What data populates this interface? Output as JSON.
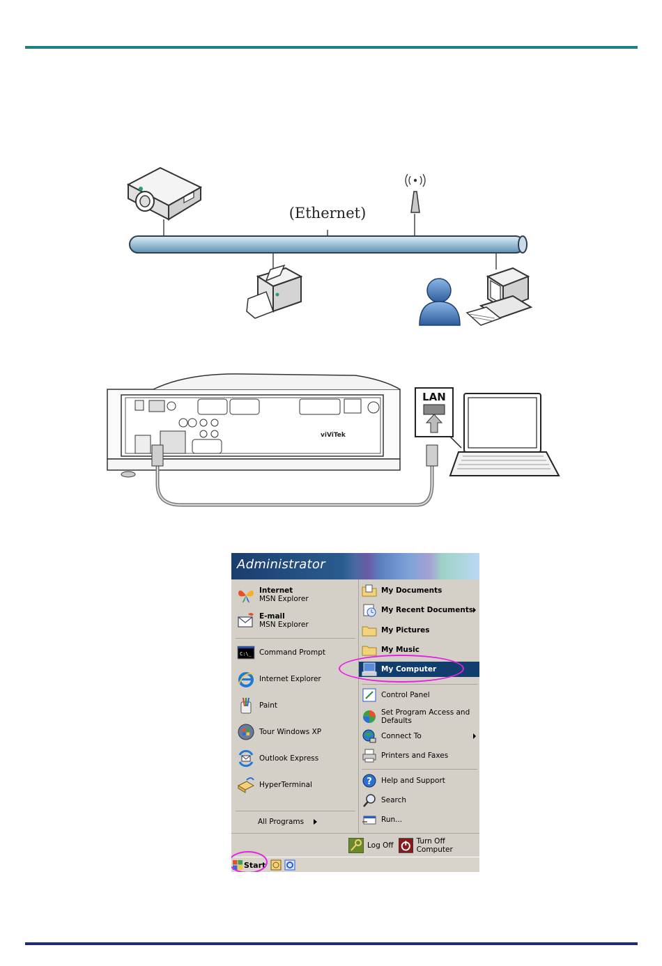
{
  "diagram": {
    "ethernet_label": "(Ethernet)",
    "lan_label": "LAN",
    "brand_label": "viViTek"
  },
  "start_menu": {
    "user_name": "Administrator",
    "left_pinned": [
      {
        "title": "Internet",
        "subtitle": "MSN Explorer",
        "icon": "msn-butterfly-icon"
      },
      {
        "title": "E-mail",
        "subtitle": "MSN Explorer",
        "icon": "msn-mail-icon"
      }
    ],
    "left_programs": [
      {
        "label": "Command Prompt",
        "icon": "command-prompt-icon"
      },
      {
        "label": "Internet Explorer",
        "icon": "internet-explorer-icon"
      },
      {
        "label": "Paint",
        "icon": "paint-icon"
      },
      {
        "label": "Tour Windows XP",
        "icon": "tour-windows-icon"
      },
      {
        "label": "Outlook Express",
        "icon": "outlook-express-icon"
      },
      {
        "label": "HyperTerminal",
        "icon": "hyperterminal-icon"
      }
    ],
    "all_programs_label": "All Programs",
    "right_items": [
      {
        "label": "My Documents",
        "icon": "folder-documents-icon",
        "bold": true
      },
      {
        "label": "My Recent Documents",
        "icon": "recent-documents-icon",
        "bold": true,
        "submenu": true
      },
      {
        "label": "My Pictures",
        "icon": "folder-pictures-icon",
        "bold": true
      },
      {
        "label": "My Music",
        "icon": "folder-music-icon",
        "bold": true
      },
      {
        "label": "My Computer",
        "icon": "my-computer-icon",
        "bold": true,
        "selected": true
      },
      {
        "label": "Control Panel",
        "icon": "control-panel-icon"
      },
      {
        "label": "Set Program Access and Defaults",
        "icon": "program-access-icon"
      },
      {
        "label": "Connect To",
        "icon": "connect-to-icon",
        "submenu": true
      },
      {
        "label": "Printers and Faxes",
        "icon": "printer-icon"
      },
      {
        "label": "Help and Support",
        "icon": "help-icon"
      },
      {
        "label": "Search",
        "icon": "search-icon"
      },
      {
        "label": "Run...",
        "icon": "run-icon"
      }
    ],
    "log_off_label": "Log Off",
    "turn_off_label": "Turn Off Computer",
    "start_label": "Start"
  },
  "colors": {
    "top_rule": "#1f7f7f",
    "bottom_rule": "#202a78",
    "selection": "#123e6e",
    "highlight_ring": "#e620e6"
  }
}
